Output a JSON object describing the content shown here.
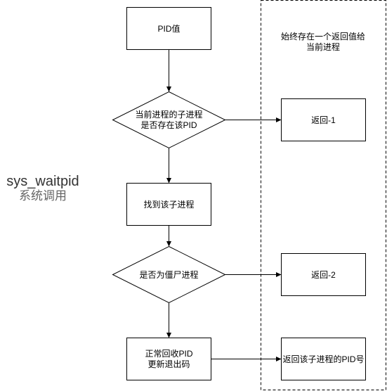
{
  "side_label": {
    "title": "sys_waitpid",
    "subtitle": "系统调用"
  },
  "nodes": {
    "pid_value": {
      "label": "PID值"
    },
    "check_child": {
      "label_line1": "当前进程的子进程",
      "label_line2": "是否存在该PID"
    },
    "find_child": {
      "label": "找到该子进程"
    },
    "check_zombie": {
      "label": "是否为僵尸进程"
    },
    "reclaim": {
      "label_line1": "正常回收PID",
      "label_line2": "更新退出码"
    }
  },
  "return_area": {
    "note_line1": "始终存在一个返回值给",
    "note_line2": "当前进程",
    "return_minus1": "返回-1",
    "return_minus2": "返回-2",
    "return_pid": "返回该子进程的PID号"
  },
  "colors": {
    "stroke": "#000000",
    "fill": "#ffffff",
    "side_title": "#333333",
    "side_sub": "#666666"
  }
}
